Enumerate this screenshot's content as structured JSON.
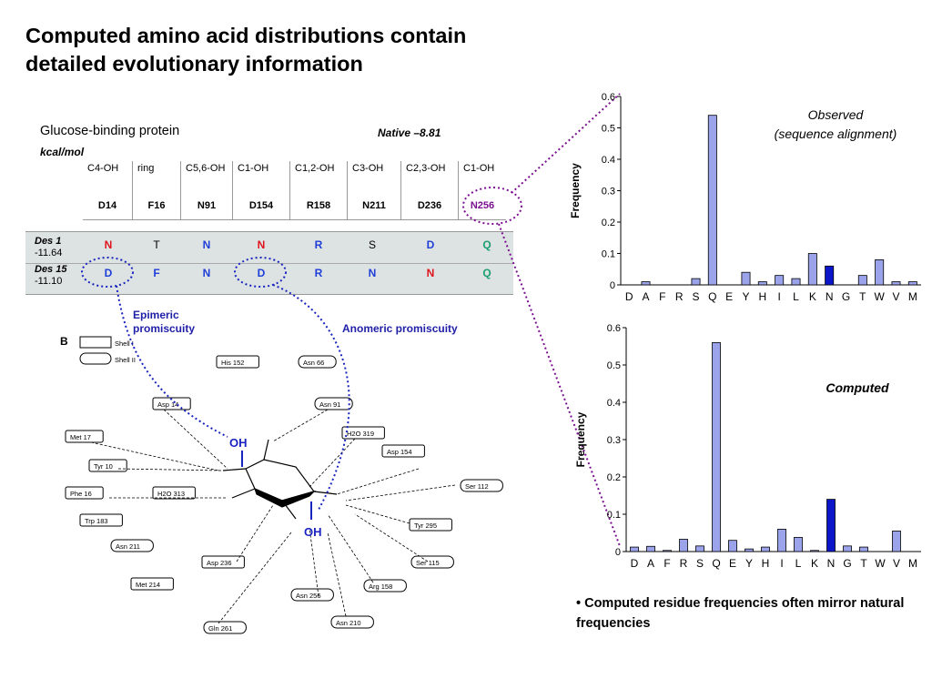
{
  "slide": {
    "title_line1": "Computed amino acid distributions contain",
    "title_line2": "detailed evolutionary information",
    "bullet": "• Computed residue frequencies often mirror natural frequencies"
  },
  "table": {
    "protein_title": "Glucose-binding protein",
    "native": "Native –8.81",
    "kcal": "kcal/mol",
    "columns": [
      {
        "header": "C4-OH",
        "residue": "D14"
      },
      {
        "header": "ring",
        "residue": "F16"
      },
      {
        "header": "C5,6-OH",
        "residue": "N91"
      },
      {
        "header": "C1-OH",
        "residue": "D154"
      },
      {
        "header": "C1,2-OH",
        "residue": "R158"
      },
      {
        "header": "C3-OH",
        "residue": "N211"
      },
      {
        "header": "C2,3-OH",
        "residue": "D236"
      },
      {
        "header": "C1-OH",
        "residue": "N256"
      }
    ],
    "designs": [
      {
        "name": "Des 1",
        "energy": "-11.64",
        "residues": [
          "N",
          "T",
          "N",
          "N",
          "R",
          "S",
          "D",
          "Q"
        ]
      },
      {
        "name": "Des 15",
        "energy": "-11.10",
        "residues": [
          "D",
          "F",
          "N",
          "D",
          "R",
          "N",
          "N",
          "Q"
        ]
      }
    ]
  },
  "annotations": {
    "epimeric_line1": "Epimeric",
    "epimeric_line2": "promiscuity",
    "anomeric": "Anomeric promiscuity",
    "oh_top": "OH",
    "oh_bottom": "OH"
  },
  "diagram": {
    "panel_label": "B",
    "legend_shell1": "Shell I",
    "legend_shell2": "Shell II",
    "labels": [
      "His 152",
      "Asn 66",
      "Asp 14",
      "Asn 91",
      "H2O 319",
      "Met 17",
      "Asp 154",
      "Tyr 10",
      "Ser 112",
      "Phe 16",
      "H2O 313",
      "Trp 183",
      "Tyr 295",
      "Asn 211",
      "Ser 115",
      "Asp 236",
      "Arg 158",
      "Met 214",
      "Asn 256",
      "Gln 261",
      "Asn 210"
    ]
  },
  "colors": {
    "bar_light": "#9ba3ea",
    "bar_dark": "#0a16c8",
    "red": "#e0141e",
    "blue": "#1f3fd8",
    "green": "#1aa070",
    "purple": "#7a1090",
    "dotted_blue": "#1a24c0"
  },
  "chart_data": [
    {
      "type": "bar",
      "title": "Observed (sequence alignment)",
      "ylabel": "Frequency",
      "categories": [
        "D",
        "A",
        "F",
        "R",
        "S",
        "Q",
        "E",
        "Y",
        "H",
        "I",
        "L",
        "K",
        "N",
        "G",
        "T",
        "W",
        "V",
        "M"
      ],
      "values": [
        0,
        0.01,
        0,
        0,
        0.02,
        0.54,
        0,
        0.04,
        0.01,
        0.03,
        0.02,
        0.1,
        0.06,
        0,
        0.03,
        0.08,
        0.01,
        0.01
      ],
      "highlight": "N",
      "ylim": [
        0,
        0.6
      ],
      "yticks": [
        "0",
        "0.1",
        "0.2",
        "0.3",
        "0.4",
        "0.5",
        "0.6"
      ]
    },
    {
      "type": "bar",
      "title": "Computed",
      "ylabel": "Frequency",
      "categories": [
        "D",
        "A",
        "F",
        "R",
        "S",
        "Q",
        "E",
        "Y",
        "H",
        "I",
        "L",
        "K",
        "N",
        "G",
        "T",
        "W",
        "V",
        "M"
      ],
      "values": [
        0.012,
        0.014,
        0.003,
        0.033,
        0.015,
        0.56,
        0.03,
        0.007,
        0.012,
        0.06,
        0.038,
        0.003,
        0.14,
        0.015,
        0.012,
        0,
        0.055,
        0
      ],
      "highlight": "N",
      "ylim": [
        0,
        0.6
      ],
      "yticks": [
        "0",
        "0.1",
        "0.2",
        "0.3",
        "0.4",
        "0.5",
        "0.6"
      ]
    }
  ]
}
